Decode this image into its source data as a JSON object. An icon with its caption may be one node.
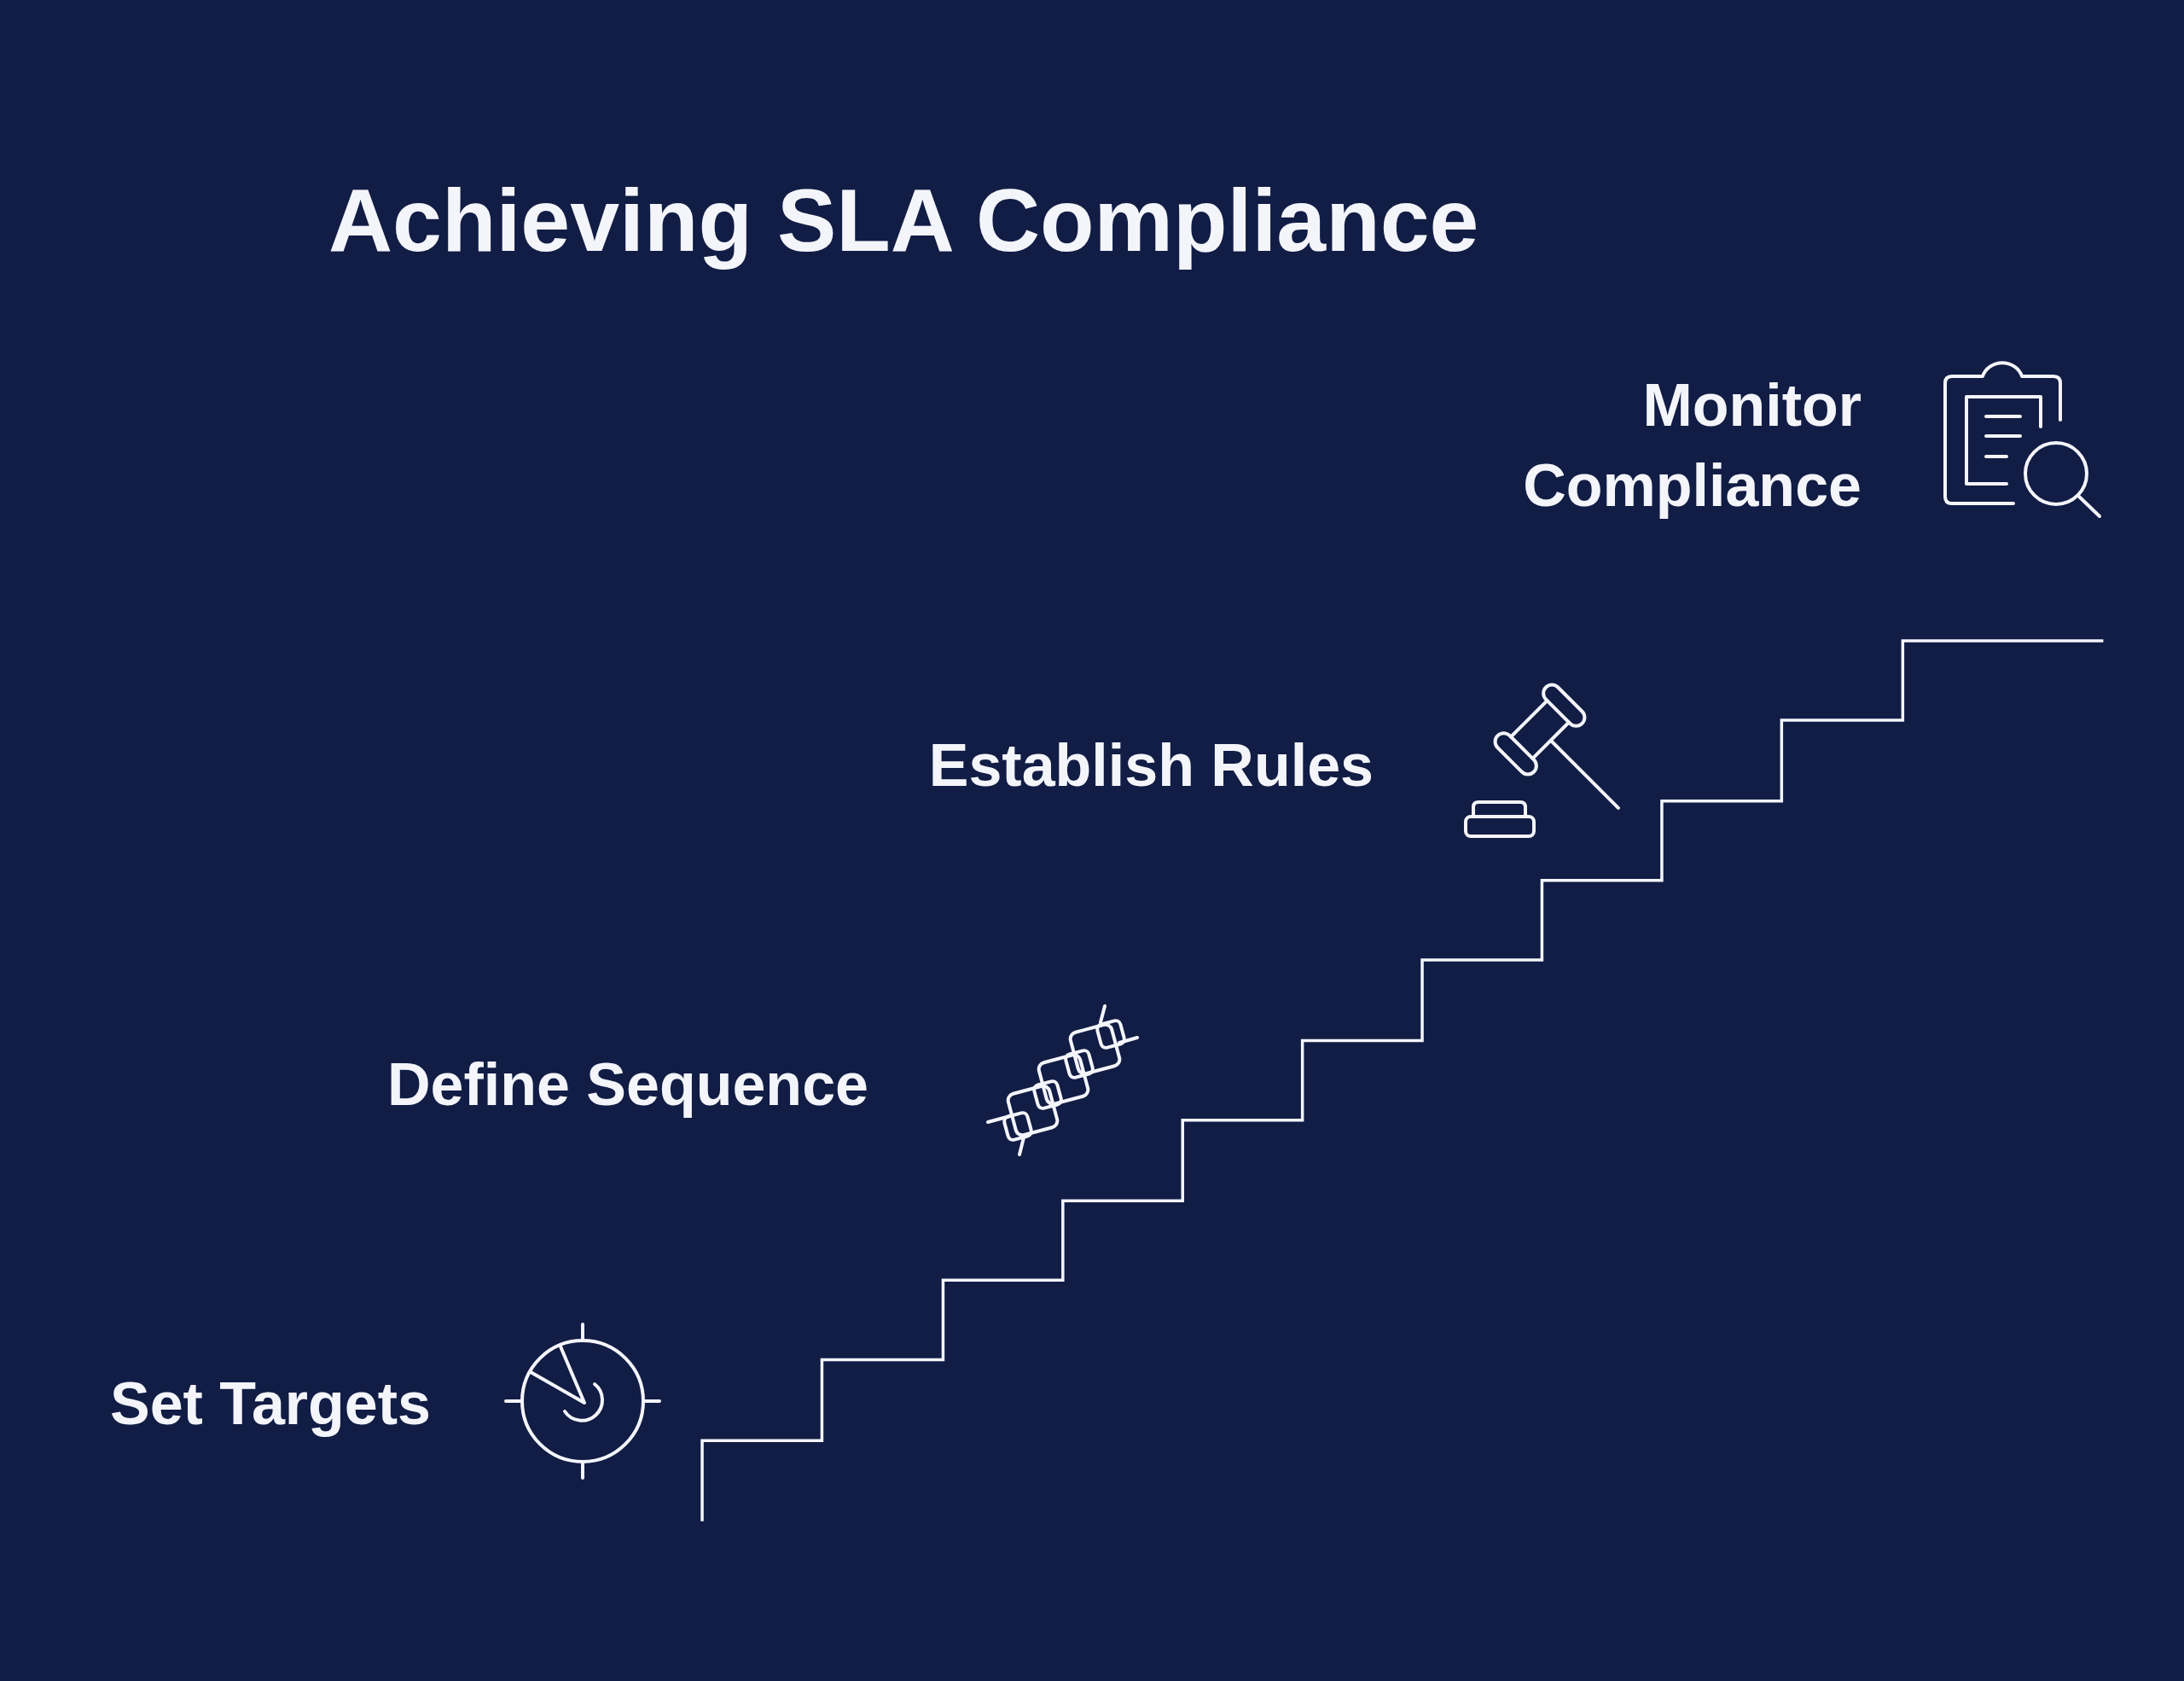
{
  "diagram": {
    "title": "Achieving SLA Compliance",
    "labels": [
      "Monitor Compliance",
      "Establish Rules",
      "Define Sequence",
      "Set Targets"
    ]
  }
}
